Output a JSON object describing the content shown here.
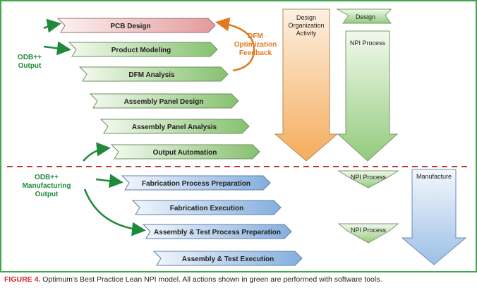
{
  "steps": [
    {
      "label": "PCB Design",
      "color": "red"
    },
    {
      "label": "Product Modeling",
      "color": "green"
    },
    {
      "label": "DFM Analysis",
      "color": "green"
    },
    {
      "label": "Assembly Panel Design",
      "color": "green"
    },
    {
      "label": "Assembly  Panel Analysis",
      "color": "green"
    },
    {
      "label": "Output Automation",
      "color": "green"
    },
    {
      "label": "Fabrication Process Preparation",
      "color": "blue"
    },
    {
      "label": "Fabrication Execution",
      "color": "blue"
    },
    {
      "label": "Assembly  & Test Process Preparation",
      "color": "blue"
    },
    {
      "label": "Assembly  & Test Execution",
      "color": "blue"
    }
  ],
  "odb_output": {
    "line1": "ODB++",
    "line2": "Output"
  },
  "odb_mfg": {
    "line1": "ODB++",
    "line2": "Manufacturing",
    "line3": "Output"
  },
  "dfm_feedback": {
    "line1": "DFM",
    "line2": "Optimization",
    "line3": "Feedback"
  },
  "arrows": {
    "design_org": {
      "line1": "Design",
      "line2": "Organization",
      "line3": "Activity"
    },
    "design": "Design",
    "npi_process": "NPI Process",
    "npi_process_2": "NPI Process",
    "npi_process_3": "NPI Process",
    "manufacture": "Manufacture"
  },
  "caption": {
    "figure": "FIGURE 4.",
    "text": " Optimum's Best Practice Lean NPI model. All actions shown in green are performed with software tools."
  },
  "colors": {
    "frame": "#3ea84a",
    "red_step": "#e8a3a3",
    "green_step": "#8fc77c",
    "blue_step": "#8fb3de",
    "orange_arrow": "#f5b56a",
    "green_arrow": "#9ed08a",
    "blue_arrow": "#a8c6e6",
    "divider": "#c0392b",
    "annotation_green": "#1f8a3a",
    "annotation_orange": "#e07a20"
  }
}
